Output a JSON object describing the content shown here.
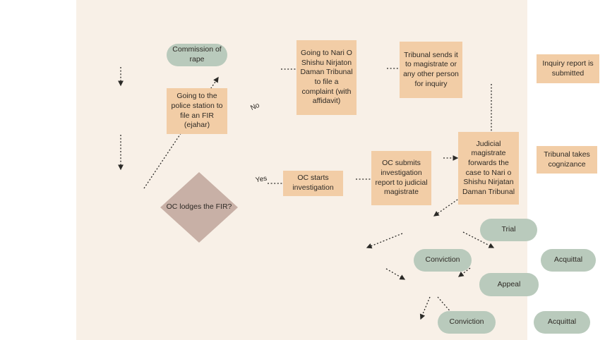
{
  "colors": {
    "page_bg": "#ffffff",
    "canvas_bg": "#f8f0e7",
    "process_box": "#f2cda6",
    "terminal_pill": "#b9cabc",
    "decision_diamond": "#c8b0a6",
    "arrow": "#2b2a27",
    "text": "#2e2a25"
  },
  "flowchart": {
    "title": "Rape case FIR and tribunal process flowchart",
    "nodes": [
      {
        "id": "commission",
        "type": "terminator",
        "label": "Commission of rape"
      },
      {
        "id": "police",
        "type": "process",
        "label": "Going to the police station to file an FIR (ejahar)"
      },
      {
        "id": "decision",
        "type": "decision",
        "label": "OC lodges the FIR?"
      },
      {
        "id": "nari",
        "type": "process",
        "label": "Going to Nari O Shishu Nirjaton Daman Tribunal to file a complaint (with affidavit)"
      },
      {
        "id": "sends",
        "type": "process",
        "label": "Tribunal sends it to magistrate or any other person for inquiry"
      },
      {
        "id": "inquiry",
        "type": "process",
        "label": "Inquiry report is submitted"
      },
      {
        "id": "ocstarts",
        "type": "process",
        "label": "OC starts investigation"
      },
      {
        "id": "ocsubmits",
        "type": "process",
        "label": "OC submits investigation report to judicial magistrate"
      },
      {
        "id": "judicial",
        "type": "process",
        "label": "Judicial magistrate forwards the case to Nari o Shishu Nirjatan Daman Tribunal"
      },
      {
        "id": "cognizance",
        "type": "process",
        "label": "Tribunal takes cognizance"
      },
      {
        "id": "trial",
        "type": "terminator",
        "label": "Trial"
      },
      {
        "id": "conviction1",
        "type": "terminator",
        "label": "Conviction"
      },
      {
        "id": "acquittal1",
        "type": "terminator",
        "label": "Acquittal"
      },
      {
        "id": "appeal",
        "type": "terminator",
        "label": "Appeal"
      },
      {
        "id": "conviction2",
        "type": "terminator",
        "label": "Conviction"
      },
      {
        "id": "acquittal2",
        "type": "terminator",
        "label": "Acquittal"
      }
    ],
    "edge_labels": {
      "no": "No",
      "yes": "Yes"
    },
    "edges": [
      {
        "from": "commission",
        "to": "police"
      },
      {
        "from": "police",
        "to": "decision"
      },
      {
        "from": "decision",
        "to": "nari",
        "label": "No"
      },
      {
        "from": "decision",
        "to": "ocstarts",
        "label": "Yes"
      },
      {
        "from": "nari",
        "to": "sends"
      },
      {
        "from": "sends",
        "to": "inquiry"
      },
      {
        "from": "inquiry",
        "to": "cognizance"
      },
      {
        "from": "ocstarts",
        "to": "ocsubmits"
      },
      {
        "from": "ocsubmits",
        "to": "judicial"
      },
      {
        "from": "judicial",
        "to": "cognizance"
      },
      {
        "from": "cognizance",
        "to": "trial"
      },
      {
        "from": "trial",
        "to": "conviction1"
      },
      {
        "from": "trial",
        "to": "acquittal1"
      },
      {
        "from": "conviction1",
        "to": "appeal"
      },
      {
        "from": "acquittal1",
        "to": "appeal"
      },
      {
        "from": "appeal",
        "to": "conviction2"
      },
      {
        "from": "appeal",
        "to": "acquittal2"
      }
    ]
  }
}
